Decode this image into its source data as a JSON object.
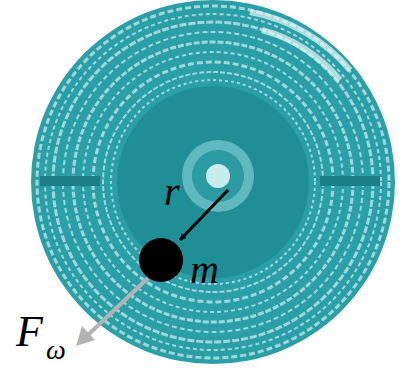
{
  "diagram": {
    "labels": [
      "r",
      "m",
      "F",
      "ω"
    ]
  }
}
